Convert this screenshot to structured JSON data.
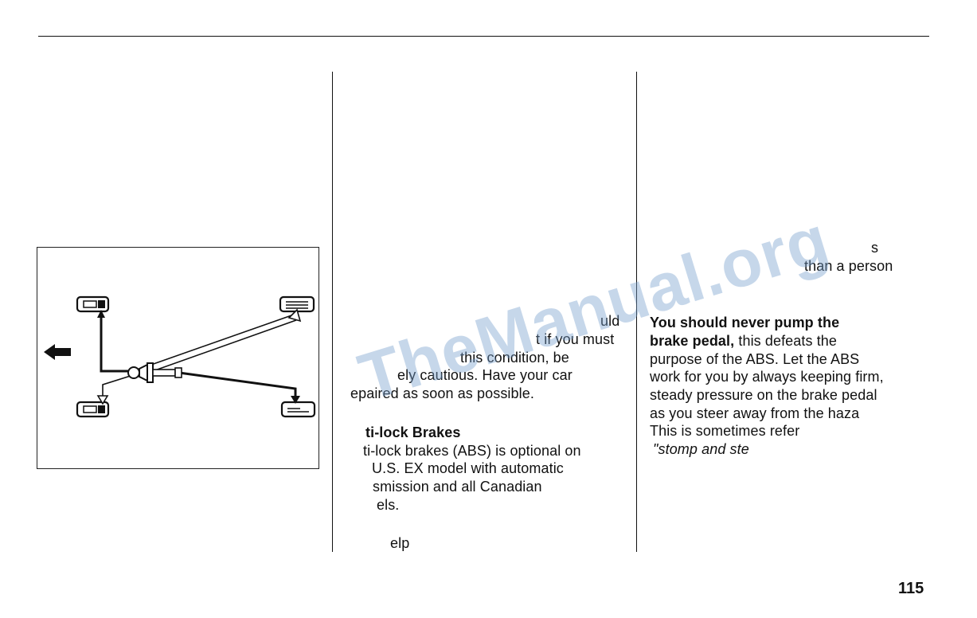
{
  "middle_column": {
    "l1": "uld",
    "l2": "t if you must",
    "l3": "this condition, be",
    "l4": "ely cautious. Have your car",
    "l5": "epaired as soon as possible.",
    "heading": "ti-lock Brakes",
    "p1": "ti-lock brakes (ABS) is optional on",
    "p2": "U.S. EX model with automatic",
    "p3": "smission and all Canadian",
    "p4": "els.",
    "p5": "elp"
  },
  "right_column": {
    "frag1": "s",
    "frag2": "than a person",
    "bold1": "You should never pump the",
    "bold2": "brake pedal,",
    "l2rest": " this defeats the",
    "l3": "purpose of the ABS. Let the ABS",
    "l4": "work for you by always keeping firm,",
    "l5": "steady pressure on the brake pedal",
    "l6": "as you steer away from the haza",
    "l7": "This is sometimes refer",
    "l8": "\"stomp and ste"
  },
  "watermark": "TheManual.org",
  "page_number": "115",
  "icons": [
    "arrow-forward-icon",
    "wheel-icon",
    "master-cylinder-icon"
  ],
  "colors": {
    "text": "#111111",
    "watermark": "#78a0cd"
  }
}
